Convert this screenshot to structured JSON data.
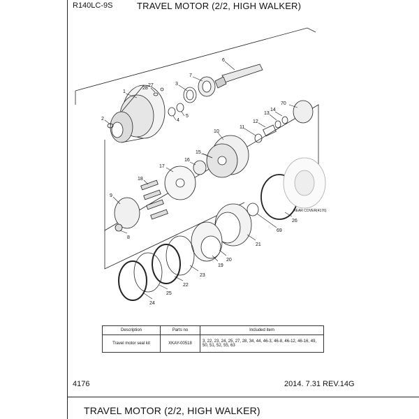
{
  "header": {
    "model": "R140LC-9S",
    "title": "TRAVEL MOTOR (2/2, HIGH WALKER)"
  },
  "diagram": {
    "labels": [
      "1",
      "2",
      "3",
      "4",
      "5",
      "6",
      "7",
      "8",
      "9",
      "10",
      "11",
      "12",
      "13",
      "14",
      "15",
      "16",
      "17",
      "18",
      "19",
      "20",
      "21",
      "22",
      "23",
      "24",
      "25",
      "26",
      "27",
      "28",
      "69",
      "70"
    ],
    "rear_cover_label": "REAR COVER(4176)"
  },
  "kit_table": {
    "headers": [
      "Description",
      "Parts no",
      "Included item"
    ],
    "rows": [
      {
        "description": "Travel motor seal kit",
        "parts_no": "XKAY-00518",
        "included": "3, 22, 23, 24, 25, 27, 28, 34, 44, 46-3, 46-8, 46-12, 46-16, 49, 50, 51, 52, 55, 63"
      }
    ]
  },
  "footer": {
    "page": "4176",
    "date_rev": "2014. 7.31  REV.14G",
    "bottom_title": "TRAVEL MOTOR (2/2, HIGH WALKER)"
  }
}
